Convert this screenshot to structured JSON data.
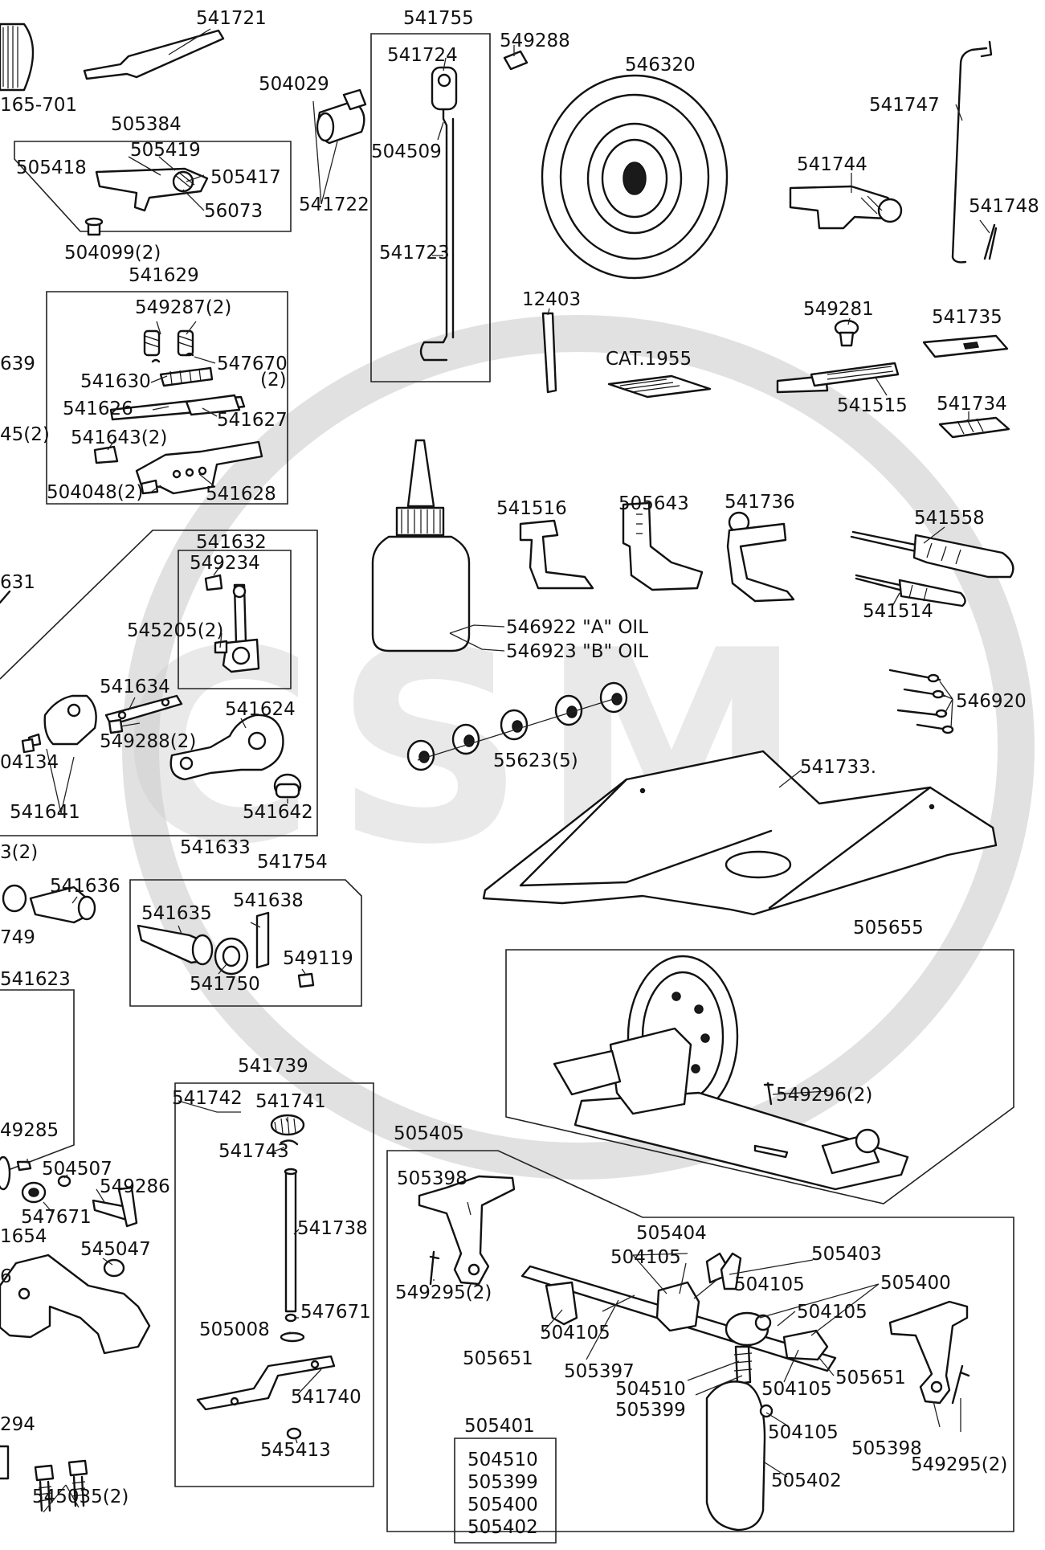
{
  "colors": {
    "ink": "#111111",
    "paper": "#ffffff",
    "watermark": "#c8c8c8"
  },
  "watermark": {
    "text": "CSM"
  },
  "labels": [
    {
      "text": "541721"
    },
    {
      "text": "541755"
    },
    {
      "text": "549288"
    },
    {
      "text": "541724"
    },
    {
      "text": "546320"
    },
    {
      "text": "165-701"
    },
    {
      "text": "504029"
    },
    {
      "text": "505384"
    },
    {
      "text": "504509"
    },
    {
      "text": "541747"
    },
    {
      "text": "505419"
    },
    {
      "text": "505418"
    },
    {
      "text": "505417"
    },
    {
      "text": "541744"
    },
    {
      "text": "56073"
    },
    {
      "text": "541722"
    },
    {
      "text": "541748"
    },
    {
      "text": "504099(2)"
    },
    {
      "text": "541723"
    },
    {
      "text": "541629"
    },
    {
      "text": "12403"
    },
    {
      "text": "549287(2)"
    },
    {
      "text": "549281"
    },
    {
      "text": "541735"
    },
    {
      "text": "639"
    },
    {
      "text": "547670"
    },
    {
      "text": "(2)"
    },
    {
      "text": "CAT.1955"
    },
    {
      "text": "541630"
    },
    {
      "text": "541515"
    },
    {
      "text": "541626"
    },
    {
      "text": "541734"
    },
    {
      "text": "541627"
    },
    {
      "text": "45(2)"
    },
    {
      "text": "541643(2)"
    },
    {
      "text": "504048(2)"
    },
    {
      "text": "541628"
    },
    {
      "text": "541516"
    },
    {
      "text": "505643"
    },
    {
      "text": "541736"
    },
    {
      "text": "541558"
    },
    {
      "text": "541632"
    },
    {
      "text": "549234"
    },
    {
      "text": "631"
    },
    {
      "text": "541514"
    },
    {
      "text": "545205(2)"
    },
    {
      "text": "546922 \"A\" OIL"
    },
    {
      "text": "546923 \"B\" OIL"
    },
    {
      "text": "541634"
    },
    {
      "text": "546920"
    },
    {
      "text": "541624"
    },
    {
      "text": "549288(2)"
    },
    {
      "text": "04134"
    },
    {
      "text": "55623(5)"
    },
    {
      "text": "541733."
    },
    {
      "text": "541641"
    },
    {
      "text": "541642"
    },
    {
      "text": "3(2)"
    },
    {
      "text": "541633"
    },
    {
      "text": "541754"
    },
    {
      "text": "541636"
    },
    {
      "text": "541638"
    },
    {
      "text": "541635"
    },
    {
      "text": "749"
    },
    {
      "text": "549119"
    },
    {
      "text": "541750"
    },
    {
      "text": "505655"
    },
    {
      "text": "541623"
    },
    {
      "text": "541739"
    },
    {
      "text": "541742"
    },
    {
      "text": "541741"
    },
    {
      "text": "549296(2)"
    },
    {
      "text": "49285"
    },
    {
      "text": "541743"
    },
    {
      "text": "505405"
    },
    {
      "text": "504507"
    },
    {
      "text": "549286"
    },
    {
      "text": "505398"
    },
    {
      "text": "547671"
    },
    {
      "text": "541738"
    },
    {
      "text": "1654"
    },
    {
      "text": "505404"
    },
    {
      "text": "545047"
    },
    {
      "text": "504105"
    },
    {
      "text": "505403"
    },
    {
      "text": "6"
    },
    {
      "text": "549295(2)"
    },
    {
      "text": "505400"
    },
    {
      "text": "547671"
    },
    {
      "text": "505008"
    },
    {
      "text": "504105"
    },
    {
      "text": "504105"
    },
    {
      "text": "504105"
    },
    {
      "text": "505651"
    },
    {
      "text": "505397"
    },
    {
      "text": "505651"
    },
    {
      "text": "504510"
    },
    {
      "text": "541740"
    },
    {
      "text": "504105"
    },
    {
      "text": "505399"
    },
    {
      "text": "294"
    },
    {
      "text": "545413"
    },
    {
      "text": "505401"
    },
    {
      "text": "504105"
    },
    {
      "text": "505398"
    },
    {
      "text": "504510"
    },
    {
      "text": "549295(2)"
    },
    {
      "text": "505399"
    },
    {
      "text": "505402"
    },
    {
      "text": "545035(2)"
    },
    {
      "text": "505400"
    },
    {
      "text": "505402"
    }
  ]
}
